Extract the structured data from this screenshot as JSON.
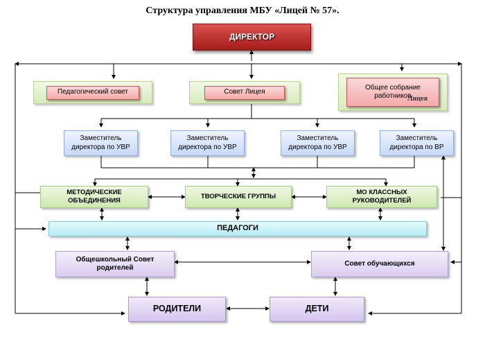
{
  "title": "Структура управления МБУ «Лицей № 57».",
  "director": "ДИРЕКТОР",
  "councils": {
    "pedagogical": "Педагогический совет",
    "lyceum": "Совет Лицея",
    "general_meeting": "Общее собрание работников",
    "general_meeting_suffix": "Лицея"
  },
  "deputies": [
    "Заместитель директора по УВР",
    "Заместитель директора по УВР",
    "Заместитель директора по УВР",
    "Заместитель директора по ВР"
  ],
  "groups": {
    "methodical": "МЕТОДИЧЕСКИЕ ОБЪЕДИНЕНИЯ",
    "creative": "ТВОРЧЕСКИЕ ГРУППЫ",
    "class_teachers": "МО КЛАССНЫХ РУКОВОДИТЕЛЕЙ"
  },
  "teachers": "ПЕДАГОГИ",
  "parent_council": "Общешкольный Совет родителей",
  "student_council": "Совет обучающихся",
  "parents": "РОДИТЕЛИ",
  "children": "ДЕТИ"
}
